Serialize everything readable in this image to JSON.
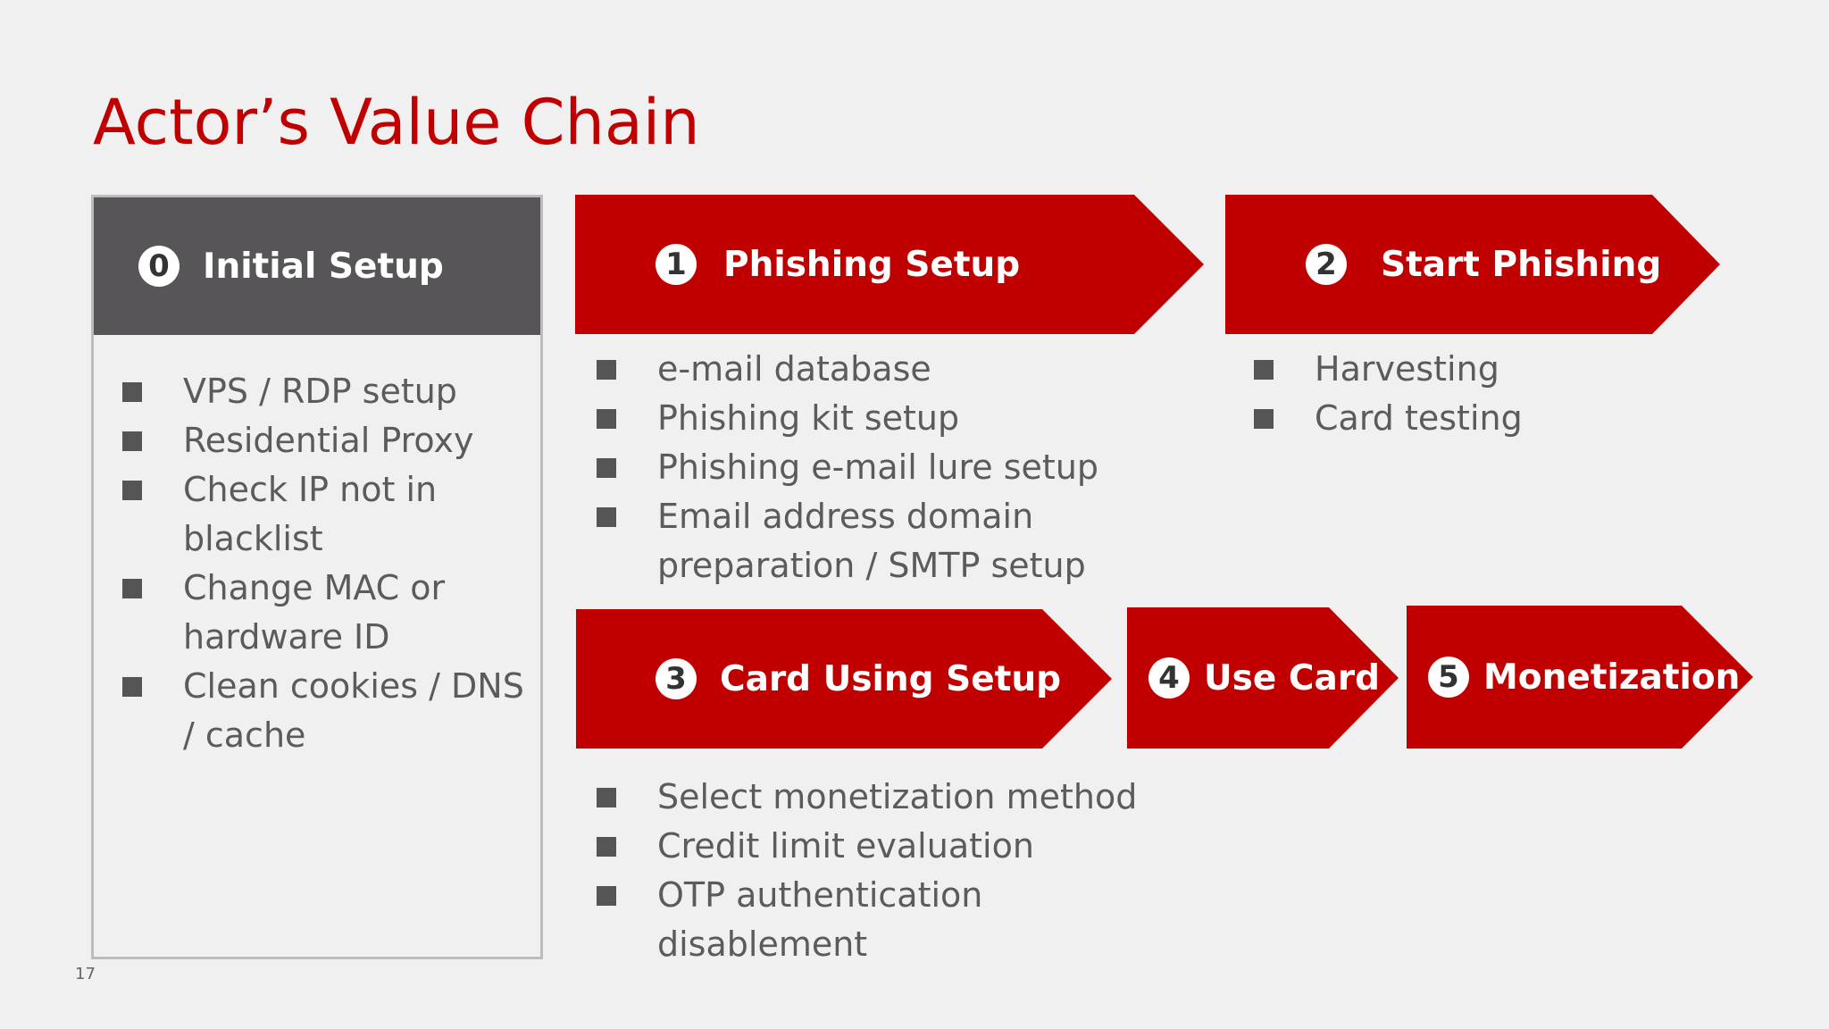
{
  "slide": {
    "title": "Actor’s Value Chain",
    "page_number": "17"
  },
  "steps": [
    {
      "number": "0",
      "label": "Initial Setup",
      "items": [
        "VPS / RDP setup",
        "Residential Proxy",
        "Check IP not in blacklist",
        "Change MAC or hardware ID",
        "Clean cookies / DNS / cache"
      ]
    },
    {
      "number": "1",
      "label": "Phishing Setup",
      "items": [
        "e-mail database",
        "Phishing kit setup",
        "Phishing e-mail lure setup",
        "Email address domain preparation / SMTP setup"
      ]
    },
    {
      "number": "2",
      "label": "Start Phishing",
      "items": [
        "Harvesting",
        "Card testing"
      ]
    },
    {
      "number": "3",
      "label": "Card Using Setup",
      "items": [
        "Select monetization method",
        "Credit limit evaluation",
        "OTP authentication disablement"
      ]
    },
    {
      "number": "4",
      "label": "Use Card",
      "items": []
    },
    {
      "number": "5",
      "label": "Monetization",
      "items": []
    }
  ],
  "colors": {
    "accent": "#c00000",
    "header_gray": "#575557",
    "text": "#5b5b5b",
    "background": "#f1f0f0"
  }
}
